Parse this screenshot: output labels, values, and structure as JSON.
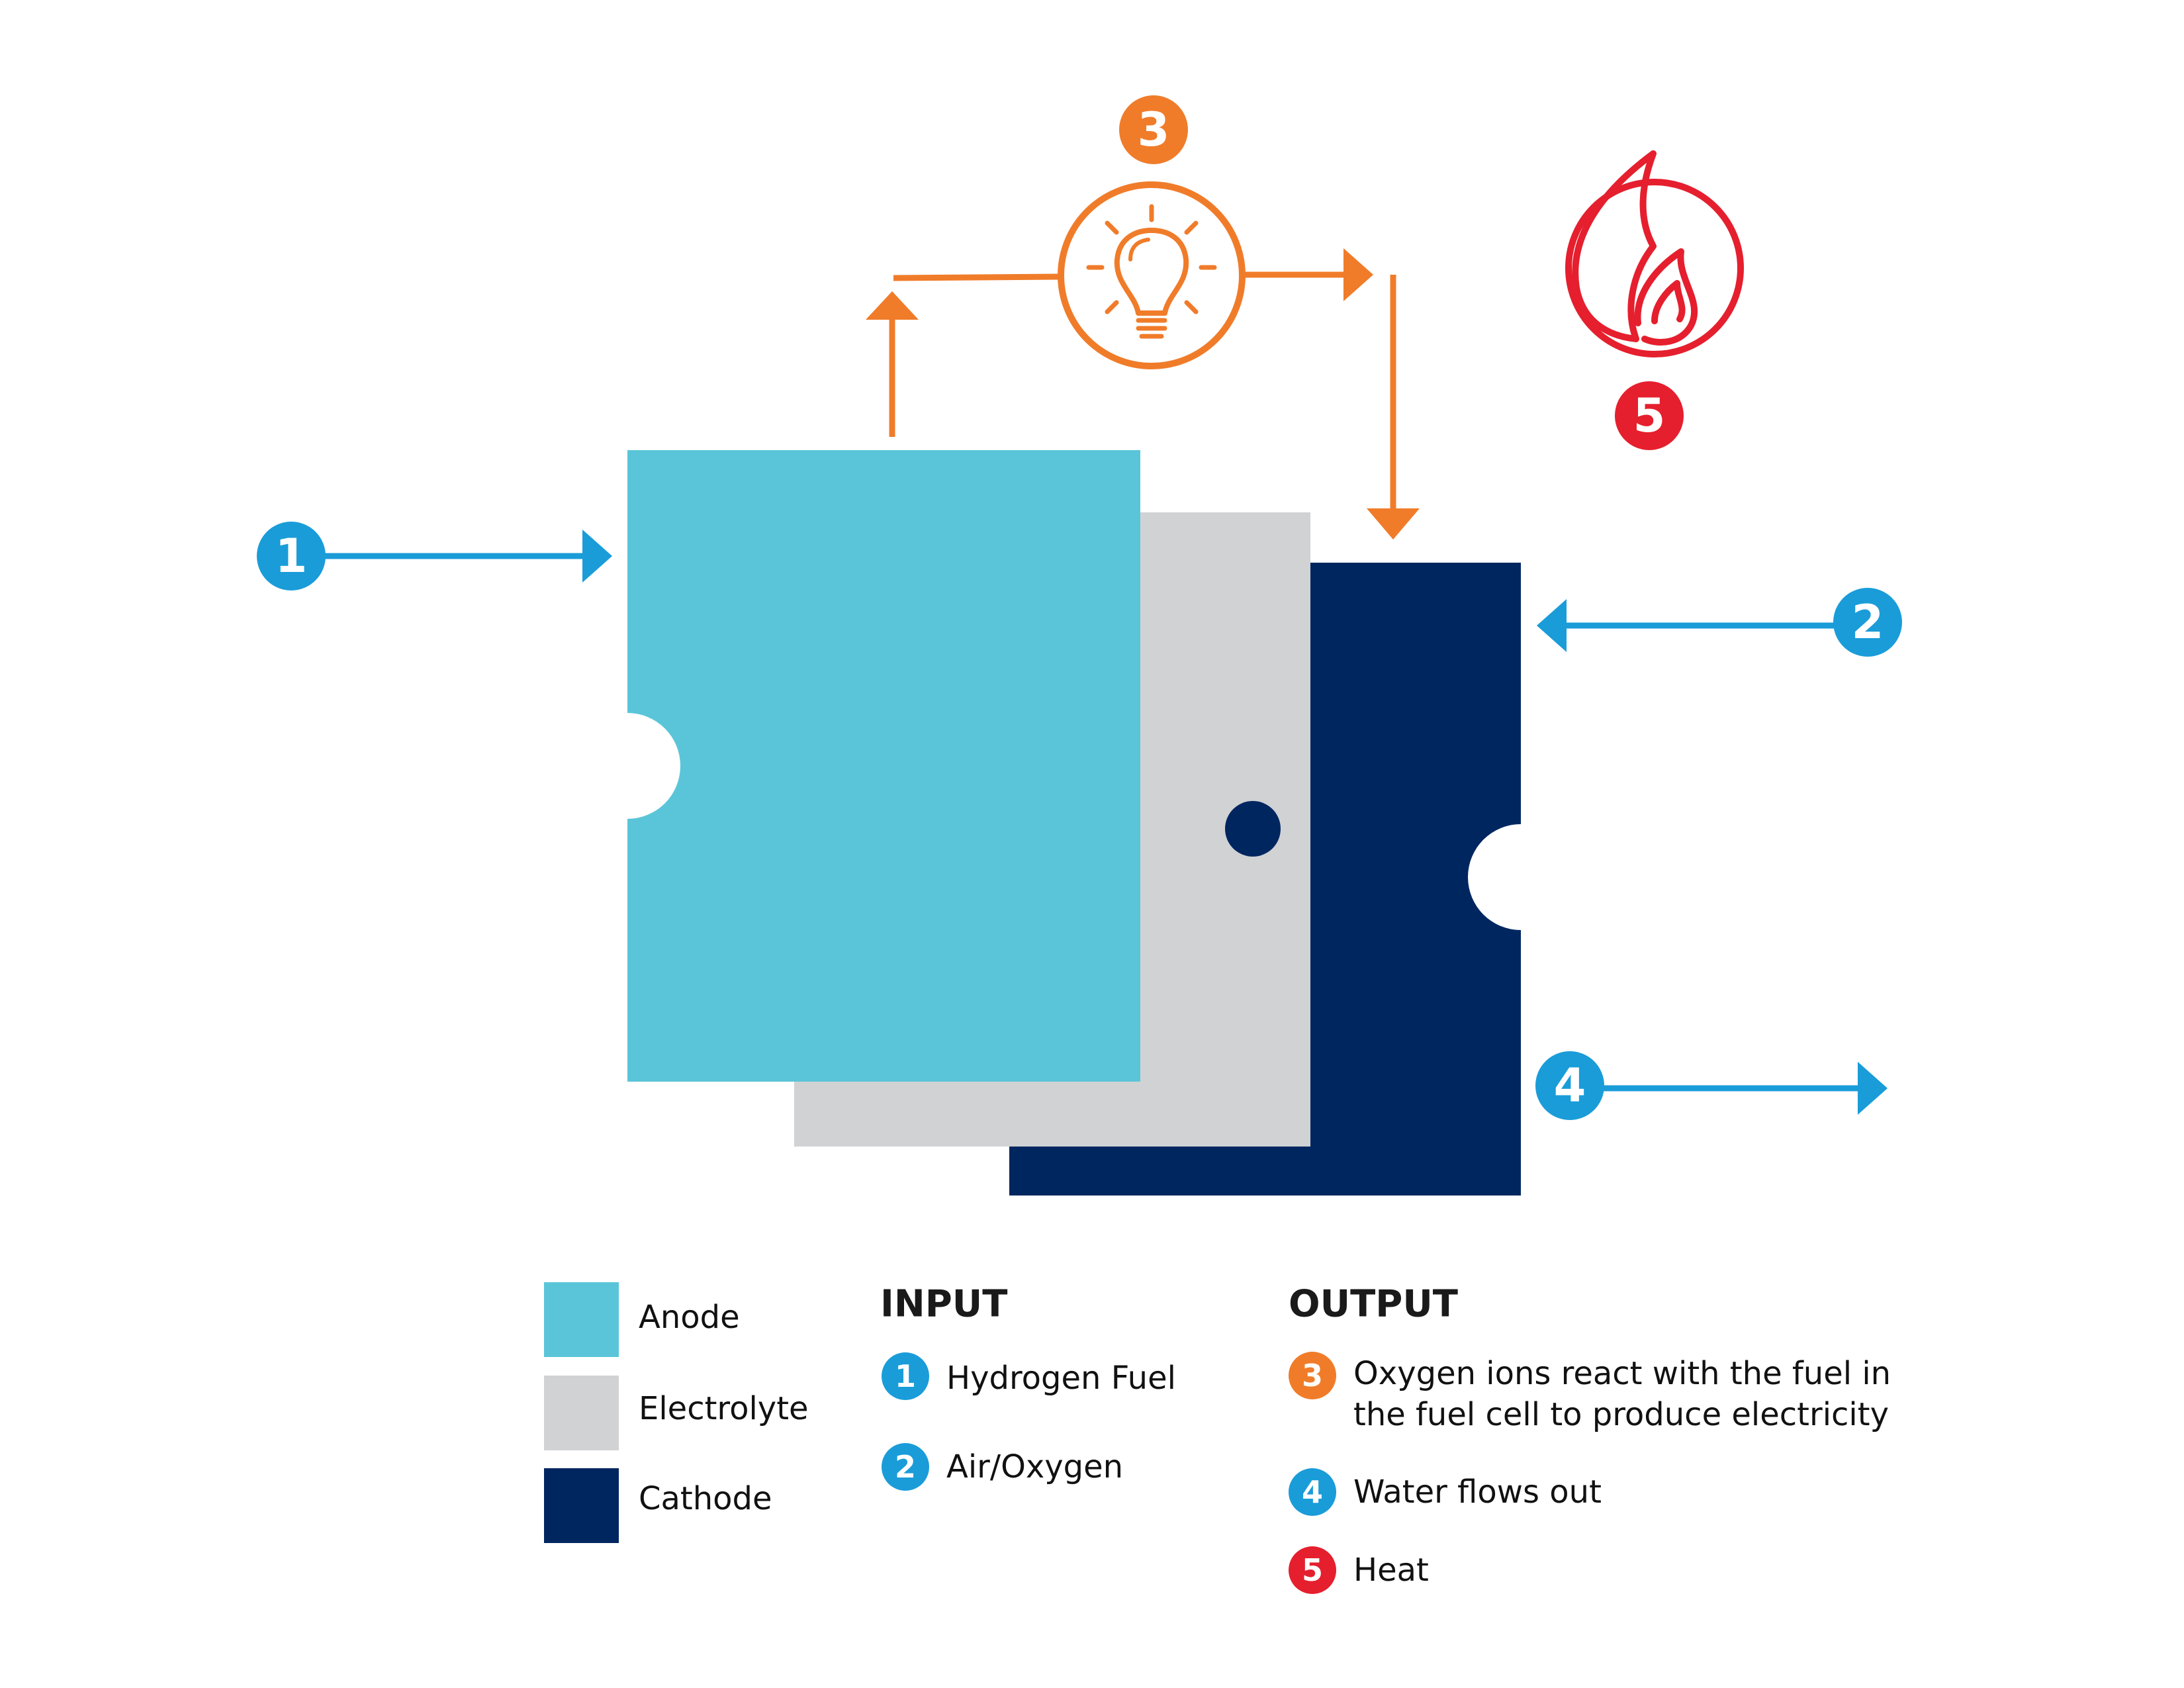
{
  "colors": {
    "anode": "#5AC5D9",
    "electrolyte": "#D1D2D4",
    "cathode": "#002660",
    "input_blue": "#1A9CD9",
    "electricity_orange": "#F07C2A",
    "heat_red": "#E51F2E"
  },
  "icons": {
    "electricity": "lightbulb-icon",
    "heat": "flame-icon"
  },
  "badges": {
    "b1": "1",
    "b2": "2",
    "b3": "3",
    "b4": "4",
    "b5": "5"
  },
  "legend": {
    "layers": [
      {
        "label": "Anode"
      },
      {
        "label": "Electrolyte"
      },
      {
        "label": "Cathode"
      }
    ],
    "input": {
      "heading": "INPUT",
      "items": [
        {
          "number": "1",
          "text": "Hydrogen Fuel"
        },
        {
          "number": "2",
          "text": "Air/Oxygen"
        }
      ]
    },
    "output": {
      "heading": "OUTPUT",
      "items": [
        {
          "number": "3",
          "line1": "Oxygen ions react with the fuel in",
          "line2": "the fuel cell to produce electricity"
        },
        {
          "number": "4",
          "text": "Water flows out"
        },
        {
          "number": "5",
          "text": "Heat"
        }
      ]
    }
  }
}
